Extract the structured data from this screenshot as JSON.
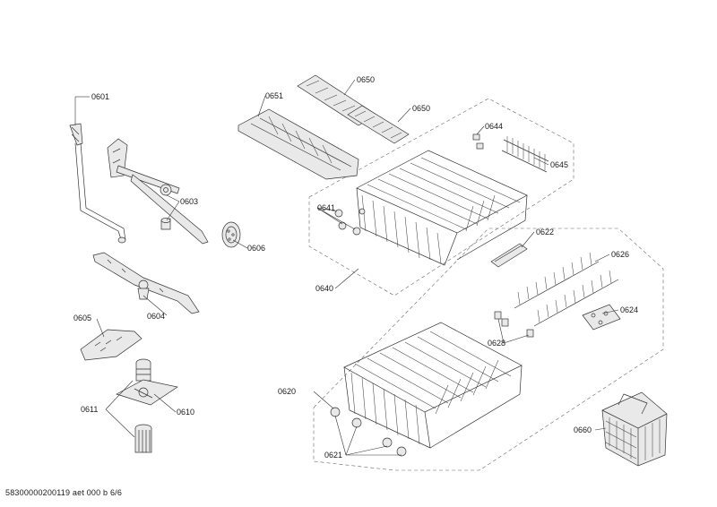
{
  "labels": {
    "p0601": "0601",
    "p0603": "0603",
    "p0604": "0604",
    "p0605": "0605",
    "p0606": "0606",
    "p0610": "0610",
    "p0611": "0611",
    "p0620": "0620",
    "p0621": "0621",
    "p0622": "0622",
    "p0624": "0624",
    "p0626": "0626",
    "p0628": "0628",
    "p0640": "0640",
    "p0641": "0641",
    "p0644": "0644",
    "p0645": "0645",
    "p0650a": "0650",
    "p0650b": "0650",
    "p0651": "0651",
    "p0660": "0660"
  },
  "footer": "58300000200119 aet 000 b 6/6"
}
